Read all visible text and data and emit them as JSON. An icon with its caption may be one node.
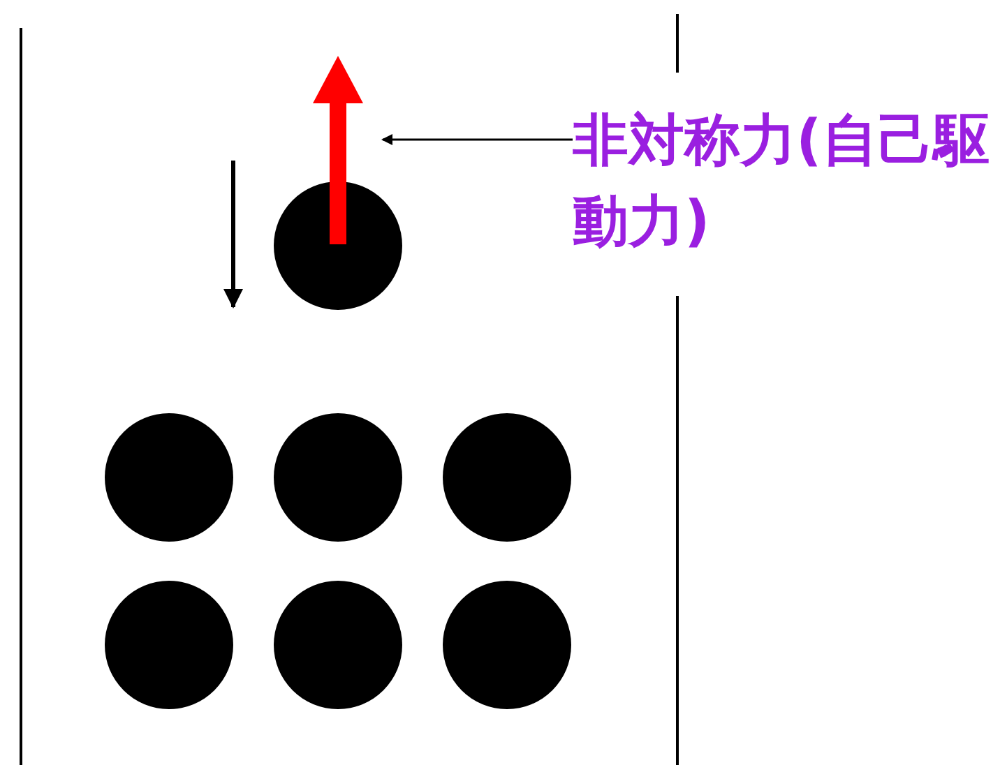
{
  "diagram": {
    "nodes": [
      {
        "text": [
          "非対称力(自己駆動力)"
        ]
      },
      {
        "text": [],
        "shape": "arrow"
      }
    ],
    "edges": [
      {
        "from": 0,
        "to": 1,
        "arrow": "to"
      }
    ]
  }
}
